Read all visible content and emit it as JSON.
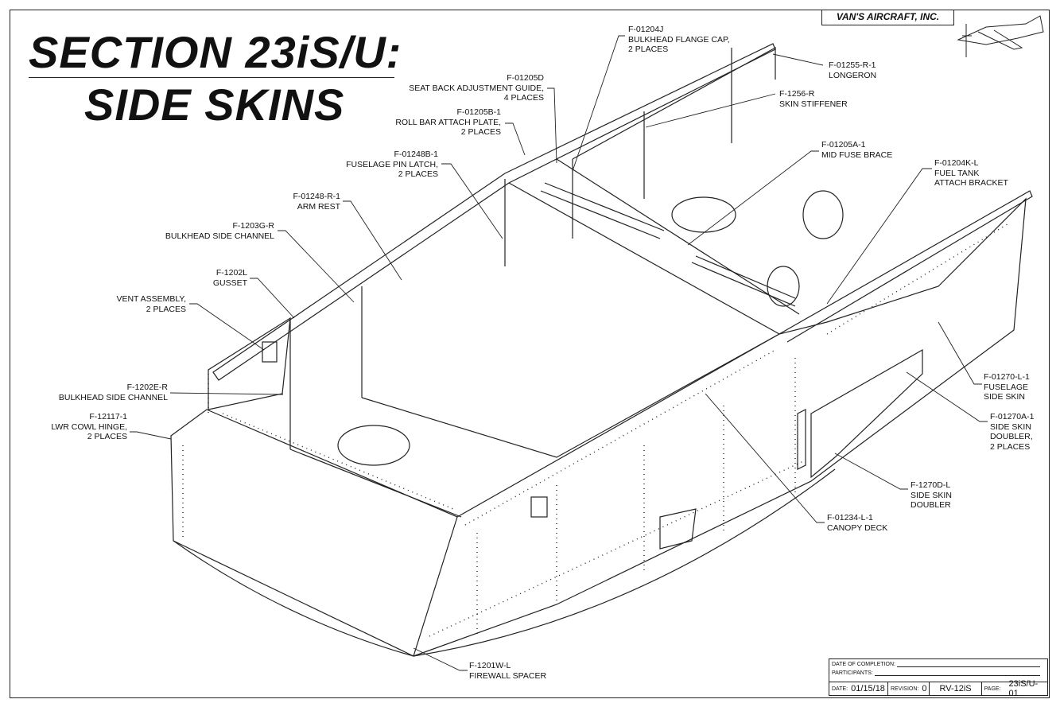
{
  "title": {
    "line1": "SECTION 23iS/U:",
    "line2": "SIDE SKINS"
  },
  "logo": {
    "text": "VAN'S AIRCRAFT, INC."
  },
  "callouts": [
    {
      "part": "F-01204J",
      "desc": "BULKHEAD FLANGE CAP,\n2 PLACES"
    },
    {
      "part": "F-01255-R-1",
      "desc": "LONGERON"
    },
    {
      "part": "F-1256-R",
      "desc": "SKIN STIFFENER"
    },
    {
      "part": "F-01205D",
      "desc": "SEAT BACK ADJUSTMENT GUIDE,\n4 PLACES"
    },
    {
      "part": "F-01205B-1",
      "desc": "ROLL BAR ATTACH PLATE,\n2 PLACES"
    },
    {
      "part": "F-01248B-1",
      "desc": "FUSELAGE PIN LATCH,\n2 PLACES"
    },
    {
      "part": "F-01248-R-1",
      "desc": "ARM REST"
    },
    {
      "part": "F-1203G-R",
      "desc": "BULKHEAD SIDE CHANNEL"
    },
    {
      "part": "F-1202L",
      "desc": "GUSSET"
    },
    {
      "part": "",
      "desc": "VENT ASSEMBLY,\n2 PLACES"
    },
    {
      "part": "F-1202E-R",
      "desc": "BULKHEAD SIDE CHANNEL"
    },
    {
      "part": "F-12117-1",
      "desc": "LWR COWL HINGE,\n2 PLACES"
    },
    {
      "part": "F-01205A-1",
      "desc": "MID FUSE BRACE"
    },
    {
      "part": "F-01204K-L",
      "desc": "FUEL TANK\nATTACH BRACKET"
    },
    {
      "part": "F-01270-L-1",
      "desc": "FUSELAGE\nSIDE SKIN"
    },
    {
      "part": "F-01270A-1",
      "desc": "SIDE SKIN\nDOUBLER,\n2 PLACES"
    },
    {
      "part": "F-1270D-L",
      "desc": "SIDE SKIN\nDOUBLER"
    },
    {
      "part": "F-01234-L-1",
      "desc": "CANOPY DECK"
    },
    {
      "part": "F-1201W-L",
      "desc": "FIREWALL SPACER"
    }
  ],
  "title_block": {
    "completion_label": "DATE OF COMPLETION:",
    "participants_label": "PARTICIPANTS:",
    "date_label": "DATE:",
    "date": "01/15/18",
    "revision_label": "REVISION:",
    "revision": "0",
    "model": "RV-12iS",
    "page_label": "PAGE:",
    "page": "23iS/U-01"
  }
}
